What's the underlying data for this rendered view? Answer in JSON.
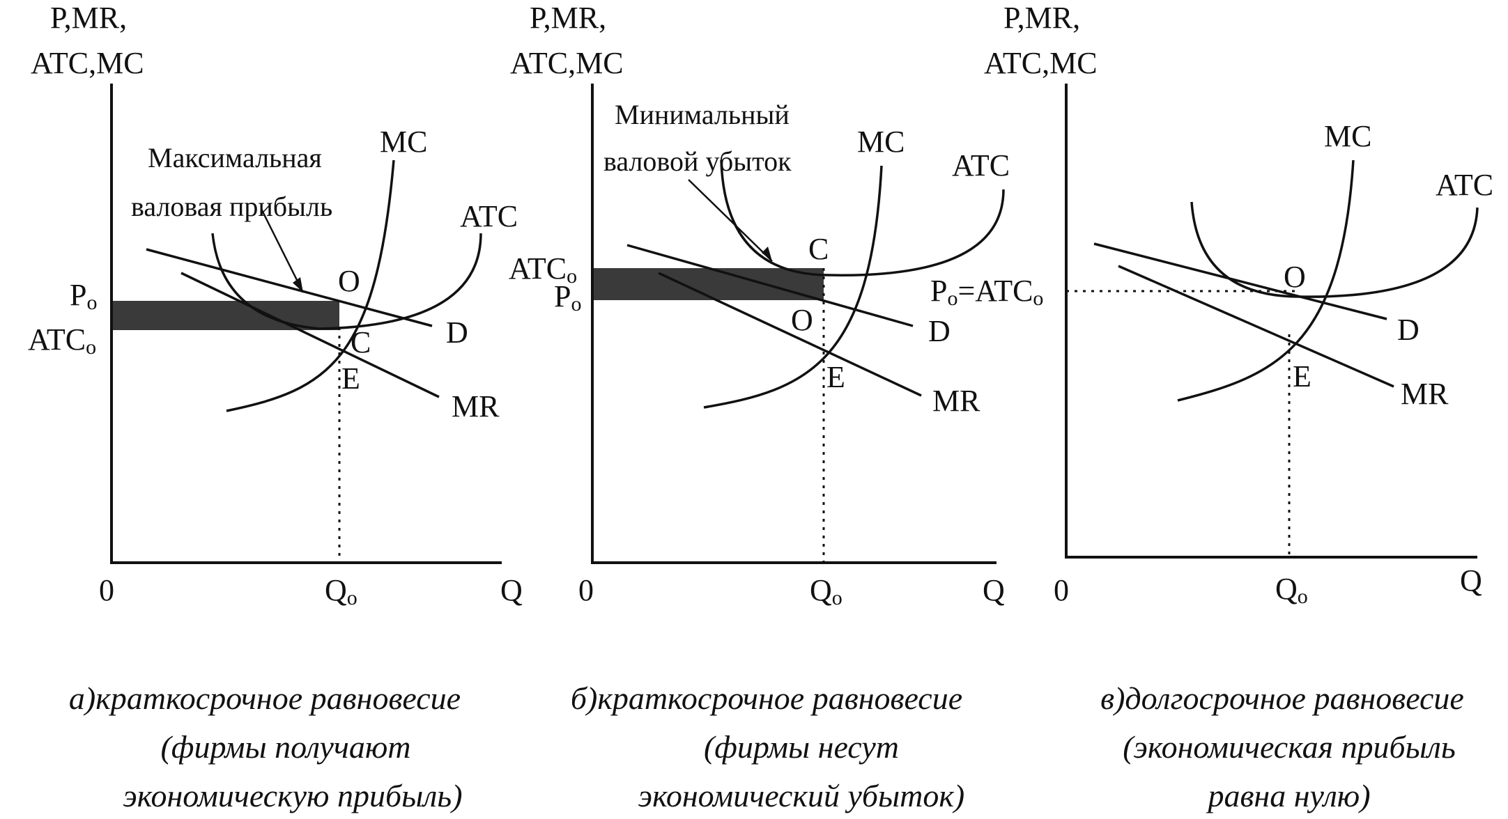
{
  "panels": [
    {
      "y_axis_line1": "P,MR,",
      "y_axis_line2": "ATC,MC",
      "origin": "0",
      "x_axis": "Q",
      "q0": "Q",
      "p0": "P",
      "atc0": "ATC",
      "mc": "MC",
      "atc": "ATC",
      "d": "D",
      "mr": "MR",
      "o": "O",
      "c": "C",
      "e": "E",
      "annotation_line1": "Максимальная",
      "annotation_line2": "валовая прибыль",
      "caption_line1": "а)краткосрочное равновесие",
      "caption_line2": "(фирмы получают",
      "caption_line3": "экономическую прибыль)"
    },
    {
      "y_axis_line1": "P,MR,",
      "y_axis_line2": "ATC,MC",
      "origin": "0",
      "x_axis": "Q",
      "q0": "Q",
      "p0": "P",
      "atc0": "ATC",
      "mc": "MC",
      "atc": "ATC",
      "d": "D",
      "mr": "MR",
      "o": "O",
      "c": "C",
      "e": "E",
      "annotation_line1": "Минимальный",
      "annotation_line2": "валовой убыток",
      "caption_line1": "б)краткосрочное равновесие",
      "caption_line2": "(фирмы несут",
      "caption_line3": "экономический убыток)"
    },
    {
      "y_axis_line1": "P,MR,",
      "y_axis_line2": "ATC,MC",
      "origin": "0",
      "x_axis": "Q",
      "q0": "Q",
      "p0_eq": "P",
      "eq_sign": "=ATC",
      "mc": "MC",
      "atc": "ATC",
      "d": "D",
      "mr": "MR",
      "o": "O",
      "e": "E",
      "caption_line1": "в)долгосрочное равновесие",
      "caption_line2": "(экономическая прибыль",
      "caption_line3": "равна нулю)"
    }
  ],
  "subscript": "o"
}
